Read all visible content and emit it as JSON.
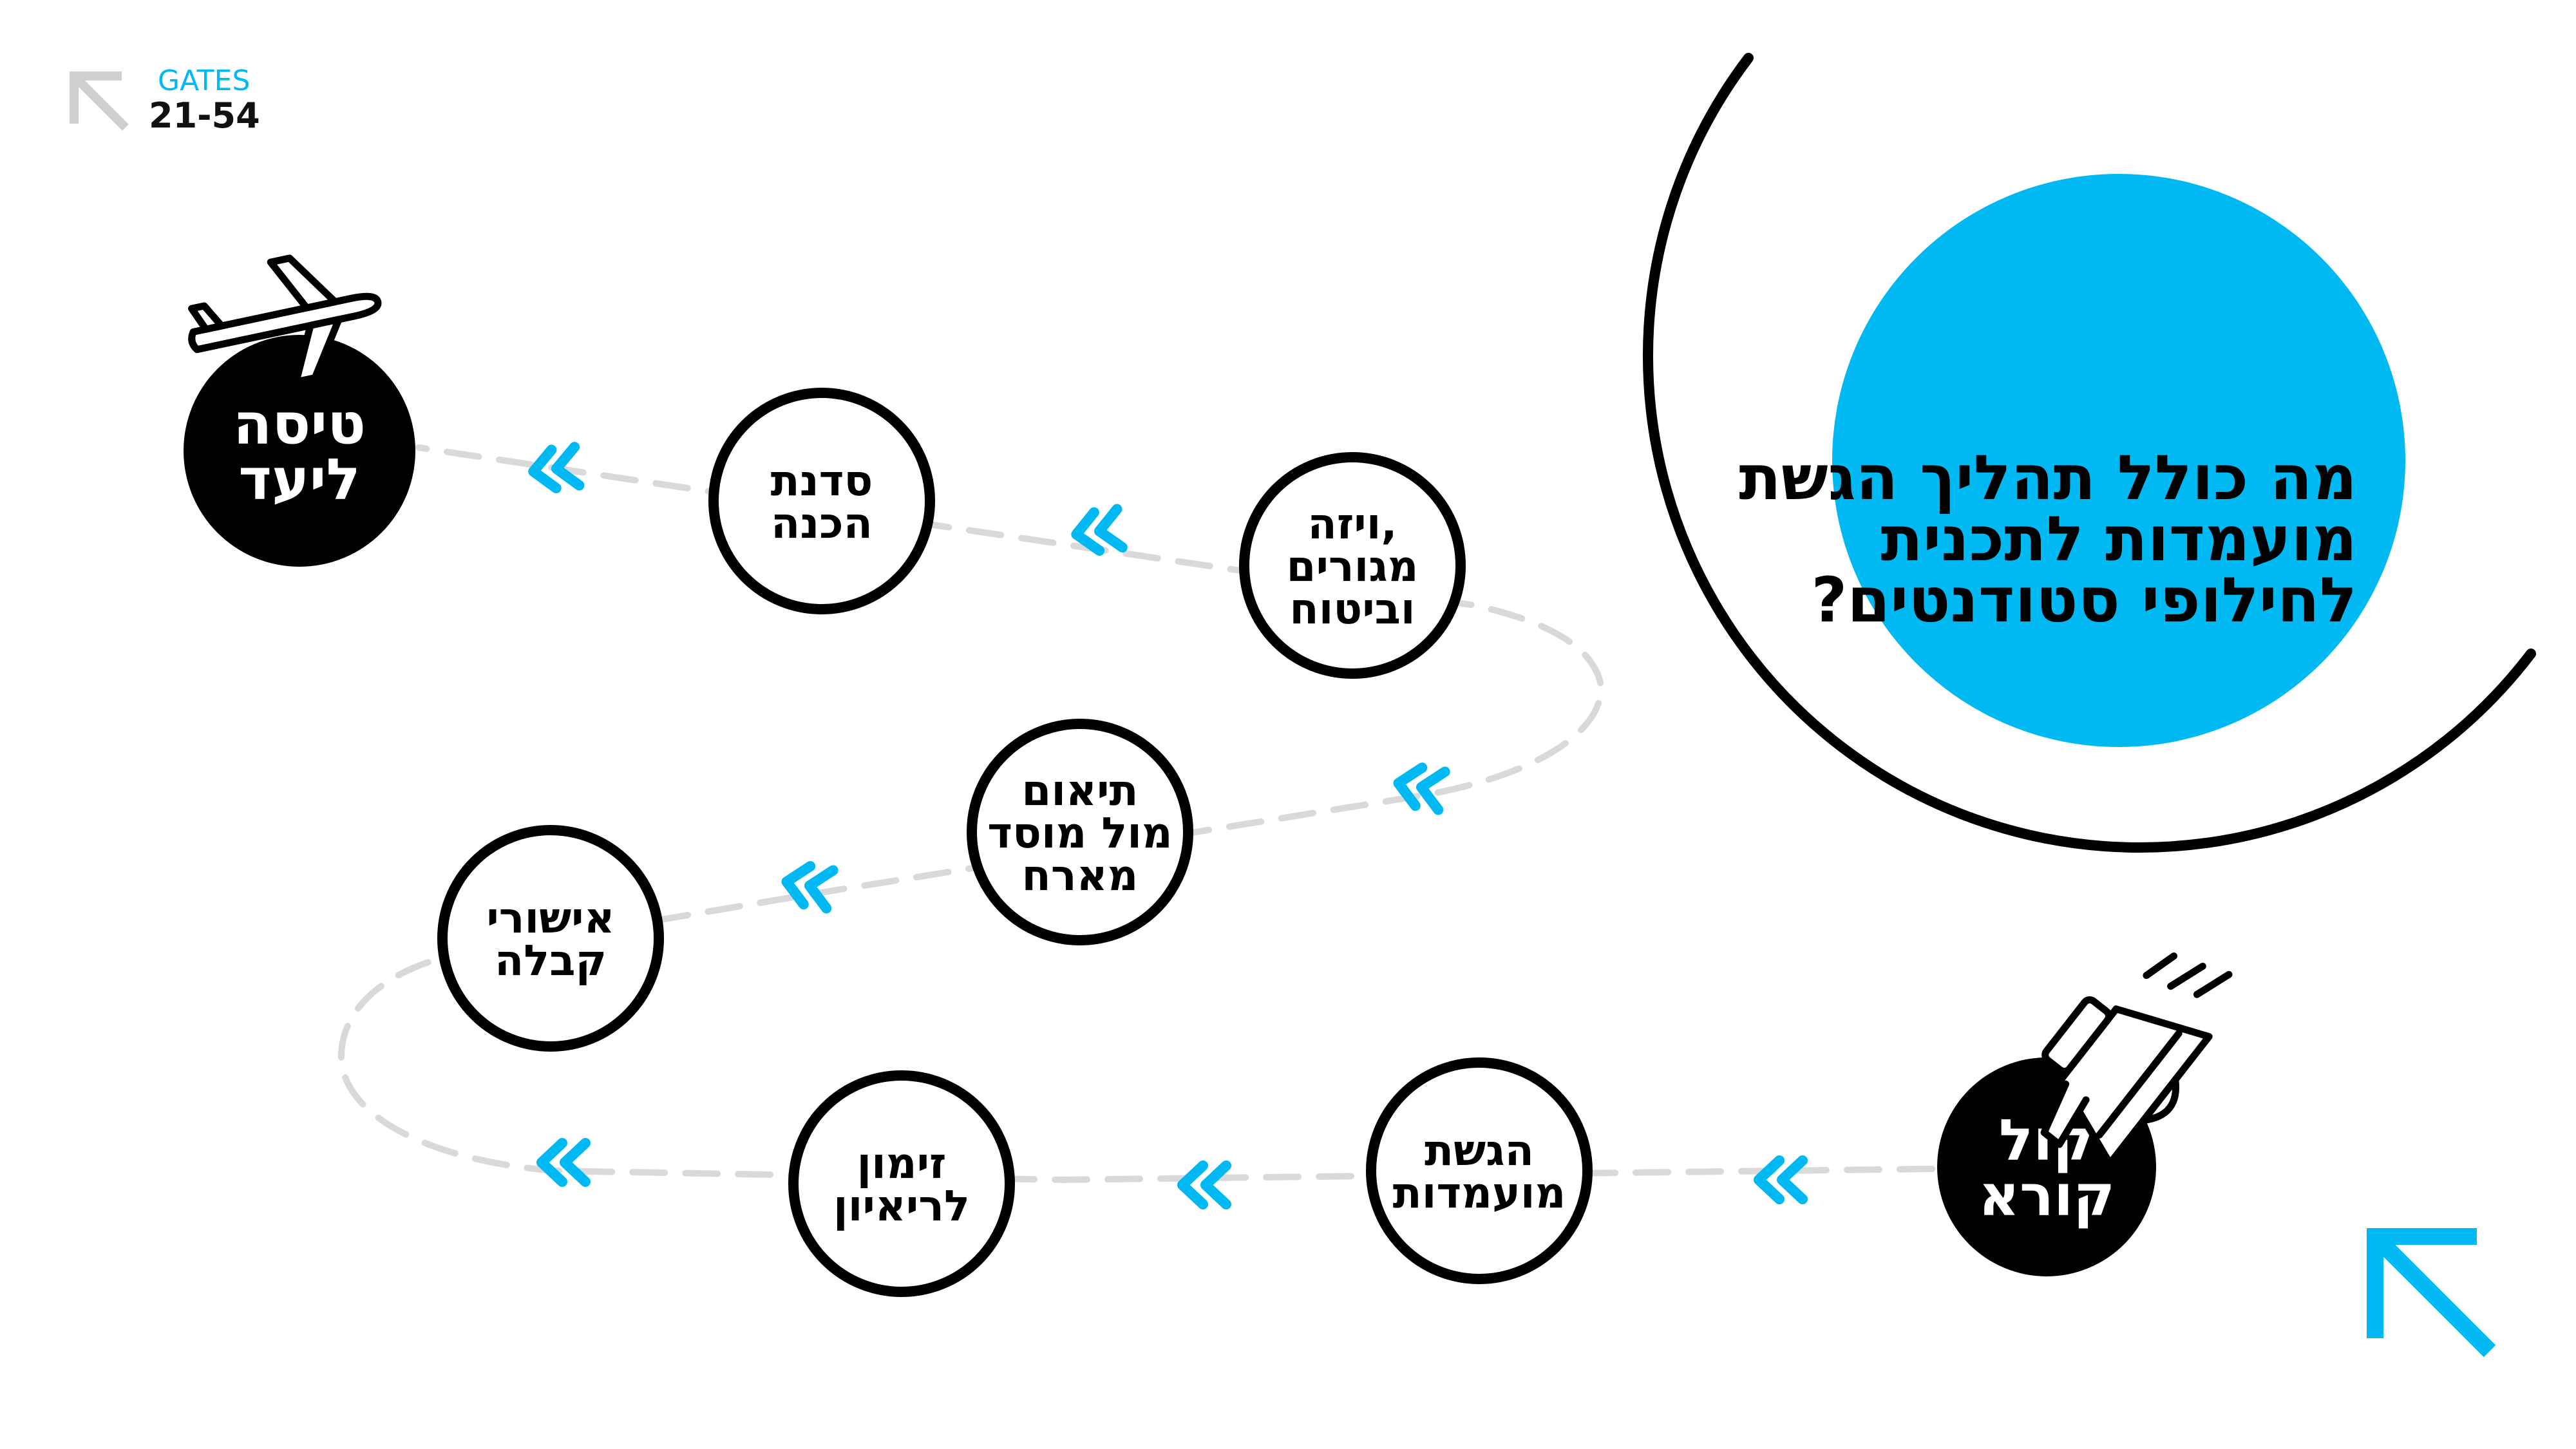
{
  "colors": {
    "accent": "#00b9f2",
    "ink": "#000000",
    "path": "#d9d9d9",
    "logo_arrow": "#cfcfcf",
    "white": "#ffffff"
  },
  "logo": {
    "top": "GATES",
    "bottom": "21-54",
    "icon": "arrow-up-left-icon"
  },
  "title": {
    "lines": [
      "מה כולל תהליך הגשת",
      "מועמדות לתכנית",
      "לחילופי סטודנטים?"
    ]
  },
  "steps": [
    {
      "lines": [
        "קול",
        "קורא"
      ],
      "style": "filled",
      "icon": "megaphone-icon"
    },
    {
      "lines": [
        "הגשת",
        "מועמדות"
      ],
      "style": "outline"
    },
    {
      "lines": [
        "זימון",
        "לריאיון"
      ],
      "style": "outline"
    },
    {
      "lines": [
        "אישורי",
        "קבלה"
      ],
      "style": "outline"
    },
    {
      "lines": [
        "תיאום",
        "מול מוסד",
        "מארח"
      ],
      "style": "outline"
    },
    {
      "lines": [
        "ויזה,",
        "מגורים",
        "וביטוח"
      ],
      "style": "outline"
    },
    {
      "lines": [
        "סדנת",
        "הכנה"
      ],
      "style": "outline"
    },
    {
      "lines": [
        "טיסה",
        "ליעד"
      ],
      "style": "filled",
      "icon": "airplane-icon"
    }
  ],
  "decor": {
    "corner_icon": "arrow-up-left-icon",
    "chevron_icon": "double-chevron-left-icon"
  }
}
